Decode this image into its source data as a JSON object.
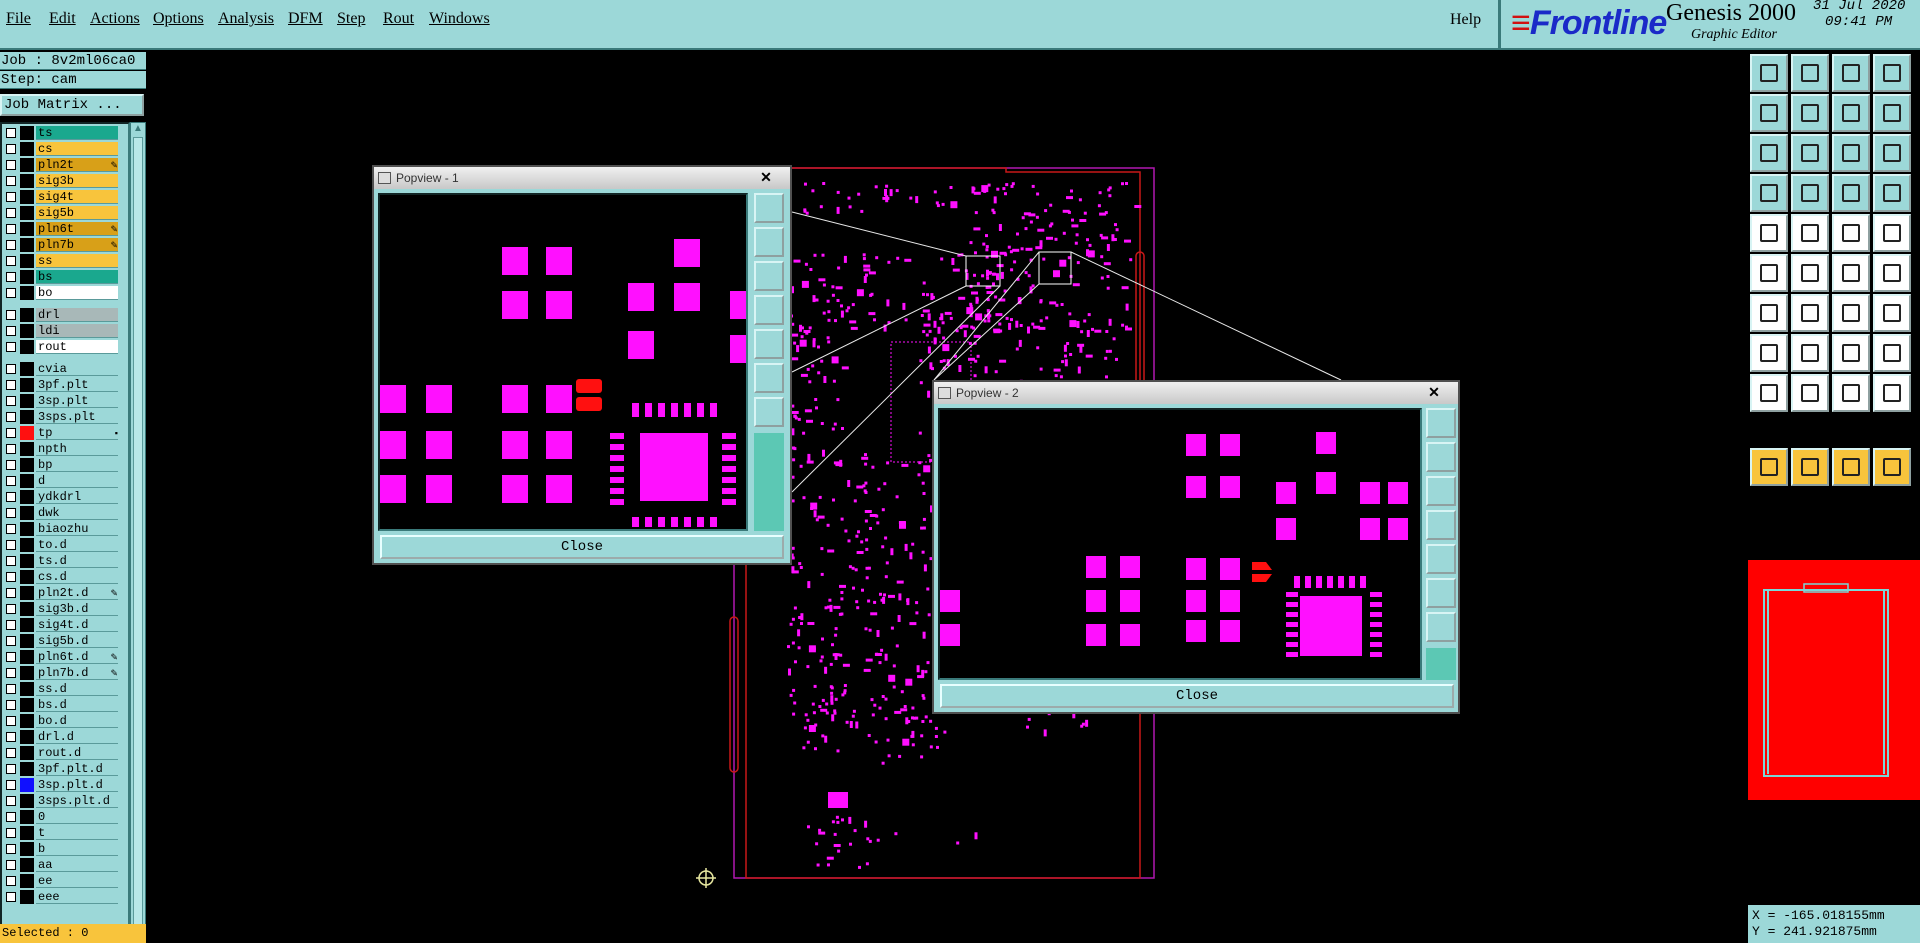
{
  "menu": {
    "items": [
      "File",
      "Edit",
      "Actions",
      "Options",
      "Analysis",
      "DFM",
      "Step",
      "Rout",
      "Windows"
    ],
    "help": "Help"
  },
  "brand": {
    "logo": "Frontline",
    "product": "Genesis 2000",
    "subtitle": "Graphic Editor",
    "date": "31 Jul 2020",
    "time": "09:41 PM"
  },
  "info": {
    "job": "Job : 8v2ml06ca0",
    "step": "Step: cam",
    "job_matrix": "Job Matrix ..."
  },
  "layers": [
    {
      "name": "ts",
      "color": "#1aa88e"
    },
    {
      "name": "cs",
      "color": "#f8c43c"
    },
    {
      "name": "pln2t",
      "color": "#d8a018",
      "edit": true
    },
    {
      "name": "sig3b",
      "color": "#f8c43c"
    },
    {
      "name": "sig4t",
      "color": "#f8c43c"
    },
    {
      "name": "sig5b",
      "color": "#f8c43c"
    },
    {
      "name": "pln6t",
      "color": "#d8a018",
      "edit": true
    },
    {
      "name": "pln7b",
      "color": "#d8a018",
      "edit": true
    },
    {
      "name": "ss",
      "color": "#f8c43c"
    },
    {
      "name": "bs",
      "color": "#1aa88e"
    },
    {
      "name": "bo",
      "color": "#ffffff"
    },
    {
      "name": "drl",
      "color": "#a8b8b8"
    },
    {
      "name": "ldi",
      "color": "#a8b8b8"
    },
    {
      "name": "rout",
      "color": "#ffffff"
    },
    {
      "name": "cvia",
      "color": "#9cd8d8"
    },
    {
      "name": "3pf.plt",
      "color": "#9cd8d8"
    },
    {
      "name": "3sp.plt",
      "color": "#9cd8d8"
    },
    {
      "name": "3sps.plt",
      "color": "#9cd8d8"
    },
    {
      "name": "tp",
      "color": "#9cd8d8",
      "swatch": "#ff1010",
      "dot": "▪"
    },
    {
      "name": "npth",
      "color": "#9cd8d8"
    },
    {
      "name": "bp",
      "color": "#9cd8d8"
    },
    {
      "name": "d",
      "color": "#9cd8d8"
    },
    {
      "name": "ydkdrl",
      "color": "#9cd8d8"
    },
    {
      "name": "dwk",
      "color": "#9cd8d8"
    },
    {
      "name": "biaozhu",
      "color": "#9cd8d8"
    },
    {
      "name": "to.d",
      "color": "#9cd8d8"
    },
    {
      "name": "ts.d",
      "color": "#9cd8d8"
    },
    {
      "name": "cs.d",
      "color": "#9cd8d8"
    },
    {
      "name": "pln2t.d",
      "color": "#9cd8d8",
      "edit": true
    },
    {
      "name": "sig3b.d",
      "color": "#9cd8d8"
    },
    {
      "name": "sig4t.d",
      "color": "#9cd8d8"
    },
    {
      "name": "sig5b.d",
      "color": "#9cd8d8"
    },
    {
      "name": "pln6t.d",
      "color": "#9cd8d8",
      "edit": true
    },
    {
      "name": "pln7b.d",
      "color": "#9cd8d8",
      "edit": true
    },
    {
      "name": "ss.d",
      "color": "#9cd8d8"
    },
    {
      "name": "bs.d",
      "color": "#9cd8d8"
    },
    {
      "name": "bo.d",
      "color": "#9cd8d8"
    },
    {
      "name": "drl.d",
      "color": "#9cd8d8"
    },
    {
      "name": "rout.d",
      "color": "#9cd8d8"
    },
    {
      "name": "3pf.plt.d",
      "color": "#9cd8d8"
    },
    {
      "name": "3sp.plt.d",
      "color": "#9cd8d8",
      "swatch": "#1010ff"
    },
    {
      "name": "3sps.plt.d",
      "color": "#9cd8d8"
    },
    {
      "name": "0",
      "color": "#9cd8d8"
    },
    {
      "name": "t",
      "color": "#9cd8d8"
    },
    {
      "name": "b",
      "color": "#9cd8d8"
    },
    {
      "name": "aa",
      "color": "#9cd8d8"
    },
    {
      "name": "ee",
      "color": "#9cd8d8"
    },
    {
      "name": "eee",
      "color": "#9cd8d8"
    }
  ],
  "selected": "Selected : 0",
  "popview1": {
    "title": "Popview - 1",
    "close_label": "Close",
    "close_x": "✕"
  },
  "popview2": {
    "title": "Popview - 2",
    "close_label": "Close",
    "close_x": "✕"
  },
  "coords": {
    "x": "X = -165.018155mm",
    "y": "Y = 241.921875mm"
  },
  "colors": {
    "teal": "#9cd8d8",
    "magenta": "#ff10ff",
    "pcb_outline": "#c81818",
    "tp_red": "#ff0000"
  }
}
